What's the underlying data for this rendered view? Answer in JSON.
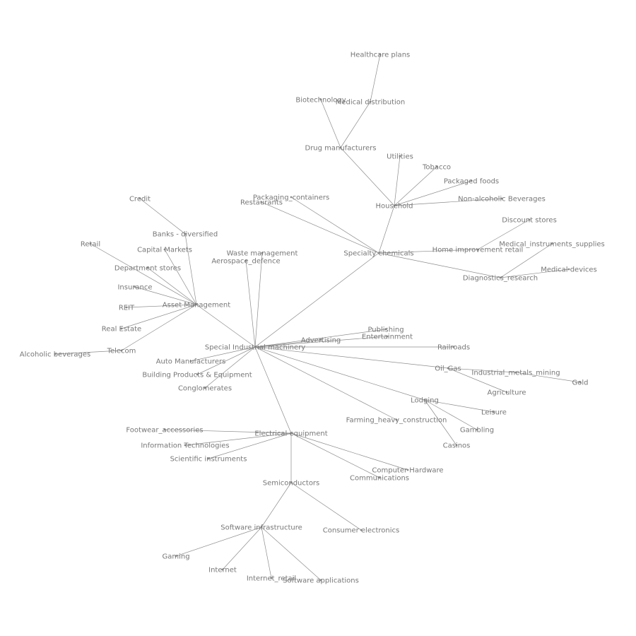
{
  "colors": {
    "edge": "#8c8c8c",
    "label": "#777777",
    "background": "#ffffff"
  },
  "nodes": [
    "Healthcare plans",
    "Biotechnology",
    "Medical distribution",
    "Drug manufacturers",
    "Utilities",
    "Tobacco",
    "Packaged foods",
    "Non-alcoholic Beverages",
    "Household",
    "Packaging_containers",
    "Restaurants",
    "Discount stores",
    "Medical_instruments_supplies",
    "Home improvement retail",
    "Specialty chemicals",
    "Medical devices",
    "Diagnostics_research",
    "Credit",
    "Banks - diversified",
    "Retail",
    "Capital Markets",
    "Waste management",
    "Aerospace_defence",
    "Department stores",
    "Insurance",
    "Asset Management",
    "REIT",
    "Real Estate",
    "Publishing",
    "Entertainment",
    "Advertising",
    "Special Industrial machinery",
    "Railroads",
    "Telecom",
    "Alcoholic beverages",
    "Auto Manufacturers",
    "Oil_Gas",
    "Industrial_metals_mining",
    "Gold",
    "Building Products & Equipment",
    "Conglomerates",
    "Agriculture",
    "Lodging",
    "Leisure",
    "Farming_heavy_construction",
    "Gambling",
    "Footwear_accessories",
    "Electrical equipment",
    "Information Technologies",
    "Casinos",
    "Scientific instruments",
    "Computer Hardware",
    "Communications",
    "Semiconductors",
    "Software infrastructure",
    "Consumer electronics",
    "Gaming",
    "Internet",
    "Internet_retail",
    "Software applications"
  ],
  "edges": [
    [
      "Healthcare plans",
      "Medical distribution"
    ],
    [
      "Medical distribution",
      "Drug manufacturers"
    ],
    [
      "Biotechnology",
      "Drug manufacturers"
    ],
    [
      "Drug manufacturers",
      "Household"
    ],
    [
      "Utilities",
      "Household"
    ],
    [
      "Tobacco",
      "Household"
    ],
    [
      "Packaged foods",
      "Household"
    ],
    [
      "Non-alcoholic Beverages",
      "Household"
    ],
    [
      "Household",
      "Specialty chemicals"
    ],
    [
      "Packaging_containers",
      "Specialty chemicals"
    ],
    [
      "Restaurants",
      "Specialty chemicals"
    ],
    [
      "Discount stores",
      "Home improvement retail"
    ],
    [
      "Home improvement retail",
      "Specialty chemicals"
    ],
    [
      "Specialty chemicals",
      "Diagnostics_research"
    ],
    [
      "Medical_instruments_supplies",
      "Diagnostics_research"
    ],
    [
      "Medical devices",
      "Diagnostics_research"
    ],
    [
      "Specialty chemicals",
      "Special Industrial machinery"
    ],
    [
      "Credit",
      "Banks - diversified"
    ],
    [
      "Banks - diversified",
      "Asset Management"
    ],
    [
      "Retail",
      "Asset Management"
    ],
    [
      "Capital Markets",
      "Asset Management"
    ],
    [
      "Department stores",
      "Asset Management"
    ],
    [
      "Insurance",
      "Asset Management"
    ],
    [
      "REIT",
      "Asset Management"
    ],
    [
      "Real Estate",
      "Asset Management"
    ],
    [
      "Telecom",
      "Asset Management"
    ],
    [
      "Alcoholic beverages",
      "Telecom"
    ],
    [
      "Asset Management",
      "Special Industrial machinery"
    ],
    [
      "Waste management",
      "Special Industrial machinery"
    ],
    [
      "Aerospace_defence",
      "Special Industrial machinery"
    ],
    [
      "Publishing",
      "Special Industrial machinery"
    ],
    [
      "Entertainment",
      "Special Industrial machinery"
    ],
    [
      "Advertising",
      "Special Industrial machinery"
    ],
    [
      "Railroads",
      "Special Industrial machinery"
    ],
    [
      "Oil_Gas",
      "Special Industrial machinery"
    ],
    [
      "Industrial_metals_mining",
      "Oil_Gas"
    ],
    [
      "Gold",
      "Industrial_metals_mining"
    ],
    [
      "Agriculture",
      "Oil_Gas"
    ],
    [
      "Auto Manufacturers",
      "Special Industrial machinery"
    ],
    [
      "Building Products & Equipment",
      "Special Industrial machinery"
    ],
    [
      "Conglomerates",
      "Special Industrial machinery"
    ],
    [
      "Lodging",
      "Special Industrial machinery"
    ],
    [
      "Leisure",
      "Lodging"
    ],
    [
      "Gambling",
      "Lodging"
    ],
    [
      "Casinos",
      "Lodging"
    ],
    [
      "Farming_heavy_construction",
      "Special Industrial machinery"
    ],
    [
      "Electrical equipment",
      "Special Industrial machinery"
    ],
    [
      "Footwear_accessories",
      "Electrical equipment"
    ],
    [
      "Information Technologies",
      "Electrical equipment"
    ],
    [
      "Scientific instruments",
      "Electrical equipment"
    ],
    [
      "Computer Hardware",
      "Electrical equipment"
    ],
    [
      "Communications",
      "Electrical equipment"
    ],
    [
      "Semiconductors",
      "Electrical equipment"
    ],
    [
      "Software infrastructure",
      "Semiconductors"
    ],
    [
      "Consumer electronics",
      "Semiconductors"
    ],
    [
      "Gaming",
      "Software infrastructure"
    ],
    [
      "Internet",
      "Software infrastructure"
    ],
    [
      "Internet_retail",
      "Software infrastructure"
    ],
    [
      "Software applications",
      "Software infrastructure"
    ]
  ]
}
